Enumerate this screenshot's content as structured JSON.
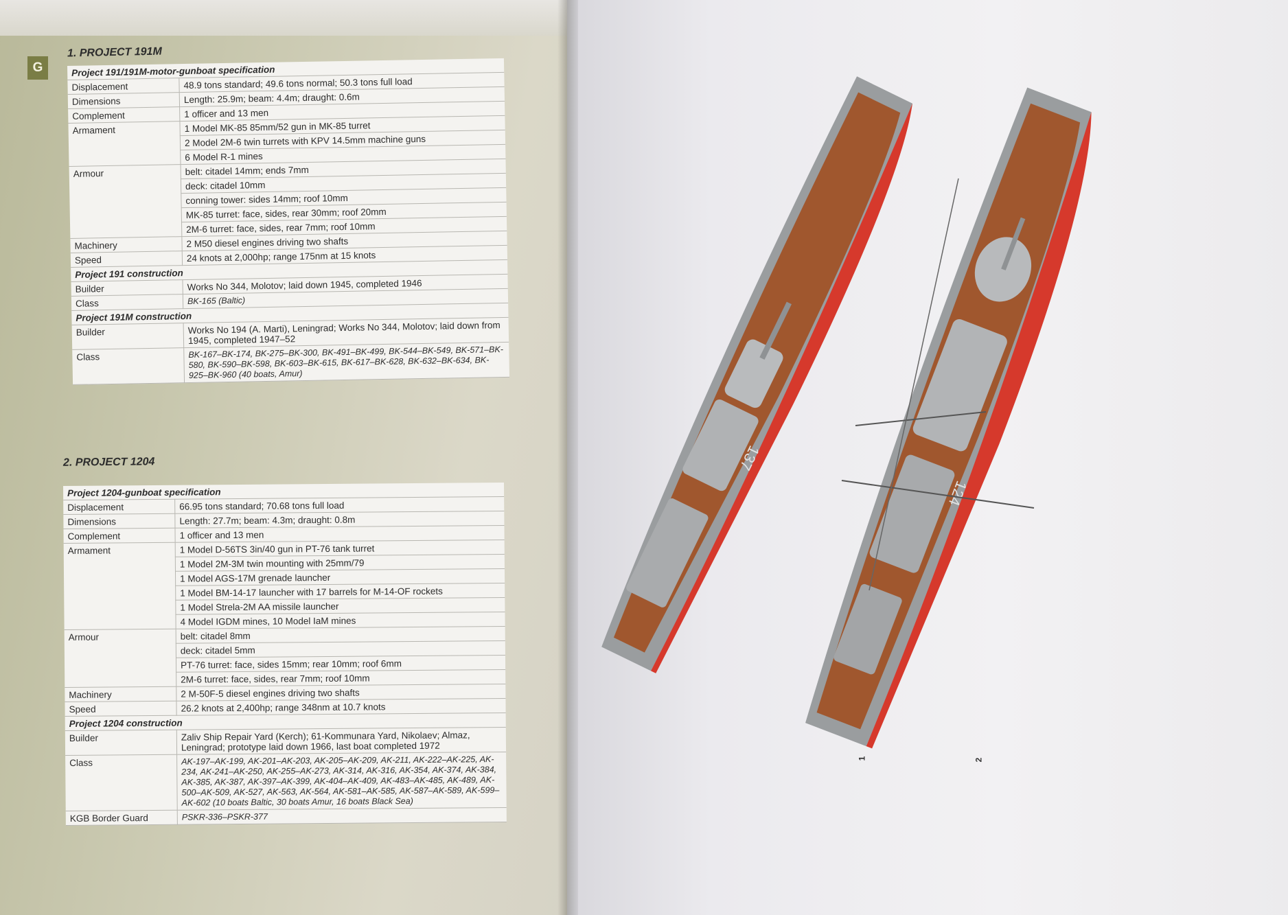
{
  "chapter_letter": "G",
  "section1": {
    "title": "1. PROJECT 191M",
    "spec_head": "Project 191/191M-motor-gunboat specification",
    "rows": [
      {
        "k": "Displacement",
        "v": [
          "48.9 tons standard; 49.6 tons normal; 50.3 tons full load"
        ]
      },
      {
        "k": "Dimensions",
        "v": [
          "Length: 25.9m; beam: 4.4m; draught: 0.6m"
        ]
      },
      {
        "k": "Complement",
        "v": [
          "1 officer and 13 men"
        ]
      },
      {
        "k": "Armament",
        "v": [
          "1 Model MK-85 85mm/52 gun in MK-85 turret",
          "2 Model 2M-6 twin turrets with KPV 14.5mm machine guns",
          "6 Model R-1 mines"
        ]
      },
      {
        "k": "Armour",
        "v": [
          "belt: citadel 14mm; ends 7mm",
          "deck: citadel 10mm",
          "conning tower: sides 14mm; roof 10mm",
          "MK-85 turret: face, sides, rear 30mm; roof 20mm",
          "2M-6 turret: face, sides, rear 7mm; roof 10mm"
        ]
      },
      {
        "k": "Machinery",
        "v": [
          "2 M50 diesel engines driving two shafts"
        ]
      },
      {
        "k": "Speed",
        "v": [
          "24 knots at 2,000hp; range 175nm at 15 knots"
        ]
      }
    ],
    "con1_head": "Project 191 construction",
    "con1": [
      {
        "k": "Builder",
        "v": "Works No 344, Molotov; laid down 1945, completed 1946"
      },
      {
        "k": "Class",
        "v": "BK-165 (Baltic)"
      }
    ],
    "con2_head": "Project 191M construction",
    "con2": [
      {
        "k": "Builder",
        "v": "Works No 194 (A. Marti), Leningrad; Works No 344, Molotov; laid down from 1945, completed 1947–52"
      },
      {
        "k": "Class",
        "v": "BK-167–BK-174, BK-275–BK-300, BK-491–BK-499, BK-544–BK-549, BK-571–BK-580, BK-590–BK-598, BK-603–BK-615, BK-617–BK-628, BK-632–BK-634, BK-925–BK-960 (40 boats, Amur)"
      }
    ]
  },
  "section2": {
    "title": "2. PROJECT 1204",
    "spec_head": "Project 1204-gunboat specification",
    "rows": [
      {
        "k": "Displacement",
        "v": [
          "66.95 tons standard; 70.68 tons full load"
        ]
      },
      {
        "k": "Dimensions",
        "v": [
          "Length: 27.7m; beam: 4.3m; draught: 0.8m"
        ]
      },
      {
        "k": "Complement",
        "v": [
          "1 officer and 13 men"
        ]
      },
      {
        "k": "Armament",
        "v": [
          "1 Model D-56TS 3in/40 gun in PT-76 tank turret",
          "1 Model 2M-3M twin mounting with 25mm/79",
          "1 Model AGS-17M grenade launcher",
          "1 Model BM-14-17 launcher with 17 barrels for M-14-OF rockets",
          "1 Model Strela-2M AA missile launcher",
          "4 Model IGDM mines, 10 Model IaM mines"
        ]
      },
      {
        "k": "Armour",
        "v": [
          "belt: citadel 8mm",
          "deck: citadel 5mm",
          "PT-76 turret: face, sides 15mm; rear 10mm; roof 6mm",
          "2M-6 turret: face, sides, rear 7mm; roof 10mm"
        ]
      },
      {
        "k": "Machinery",
        "v": [
          "2 M-50F-5 diesel engines driving two shafts"
        ]
      },
      {
        "k": "Speed",
        "v": [
          "26.2 knots at 2,400hp; range 348nm at 10.7 knots"
        ]
      }
    ],
    "con_head": "Project 1204 construction",
    "con": [
      {
        "k": "Builder",
        "v": "Zaliv Ship Repair Yard (Kerch); 61-Kommunara Yard, Nikolaev; Almaz, Leningrad; prototype laid down 1966, last boat completed 1972"
      },
      {
        "k": "Class",
        "v": "AK-197–AK-199, AK-201–AK-203, AK-205–AK-209, AK-211, AK-222–AK-225, AK-234, AK-241–AK-250, AK-255–AK-273, AK-314, AK-316, AK-354, AK-374, AK-384, AK-385, AK-387, AK-397–AK-399, AK-404–AK-409, AK-483–AK-485, AK-489, AK-500–AK-509, AK-527, AK-563, AK-564, AK-581–AK-585, AK-587–AK-589, AK-599–AK-602 (10 boats Baltic, 30 boats Amur, 16 boats Black Sea)"
      },
      {
        "k": "KGB Border Guard",
        "v": "PSKR-336–PSKR-377"
      }
    ]
  },
  "illustration": {
    "boat1_hull_number": "137",
    "boat2_hull_number": "124",
    "fig1_label": "1",
    "fig2_label": "2",
    "colors": {
      "deck": "#a0572e",
      "hull_grey": "#a7a9ab",
      "boot_red": "#d6392c"
    }
  }
}
